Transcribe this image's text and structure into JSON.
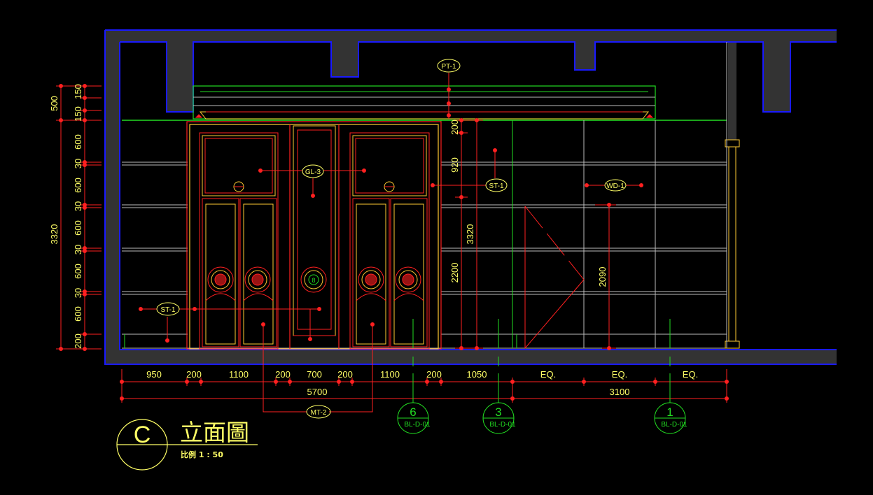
{
  "colors": {
    "background": "#000000",
    "wall": "#333333",
    "outline": "#1a1aff",
    "door": "#ff2020",
    "door_inner": "#ffcc33",
    "panel": "#bdbdbd",
    "green": "#22dd22",
    "dimension": "#ff2020",
    "text": "#ffff66"
  },
  "tags": {
    "pt1": "PT-1",
    "gl3": "GL-3",
    "st1_right": "ST-1",
    "wd1": "WD-1",
    "st1_left": "ST-1",
    "mt2": "MT-2"
  },
  "left_dims": [
    "150",
    "150",
    "600",
    "30",
    "600",
    "30",
    "600",
    "30",
    "600",
    "30",
    "600",
    "200"
  ],
  "left_totals": {
    "top": "500",
    "main": "3320"
  },
  "inner_dims": {
    "d200": "200",
    "d920": "920",
    "d2200": "2200",
    "d3320": "3320",
    "d2090": "2090"
  },
  "bottom_dims": [
    "950",
    "200",
    "1100",
    "200",
    "700",
    "200",
    "1100",
    "200",
    "1050",
    "EQ.",
    "EQ.",
    "EQ."
  ],
  "bottom_totals": {
    "left": "5700",
    "right": "3100"
  },
  "callouts": [
    {
      "num": "6",
      "ref": "BL-D-01"
    },
    {
      "num": "3",
      "ref": "BL-D-01"
    },
    {
      "num": "1",
      "ref": "BL-D-01"
    }
  ],
  "title": {
    "letter": "C",
    "name": "立面圖",
    "scale": "比例 1 : 50"
  }
}
